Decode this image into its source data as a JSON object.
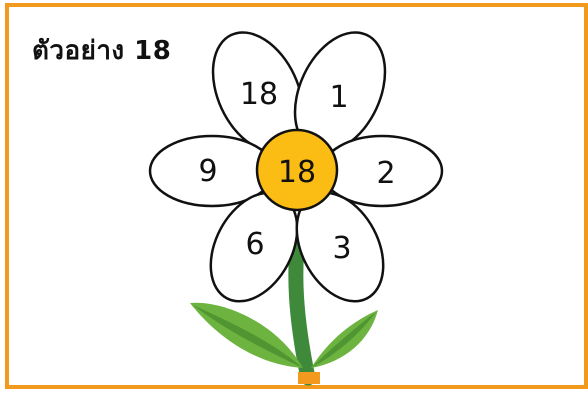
{
  "title": "ตัวอย่าง 18",
  "center_number": "18",
  "petal_numbers": {
    "top_left": "18",
    "top_right": "1",
    "left": "9",
    "right": "2",
    "bottom_left": "6",
    "bottom_right": "3"
  },
  "colors": {
    "border": "#f39a1e",
    "center": "#fbbc13",
    "stem": "#3e8a3a",
    "leaf": "#6cb43f"
  }
}
